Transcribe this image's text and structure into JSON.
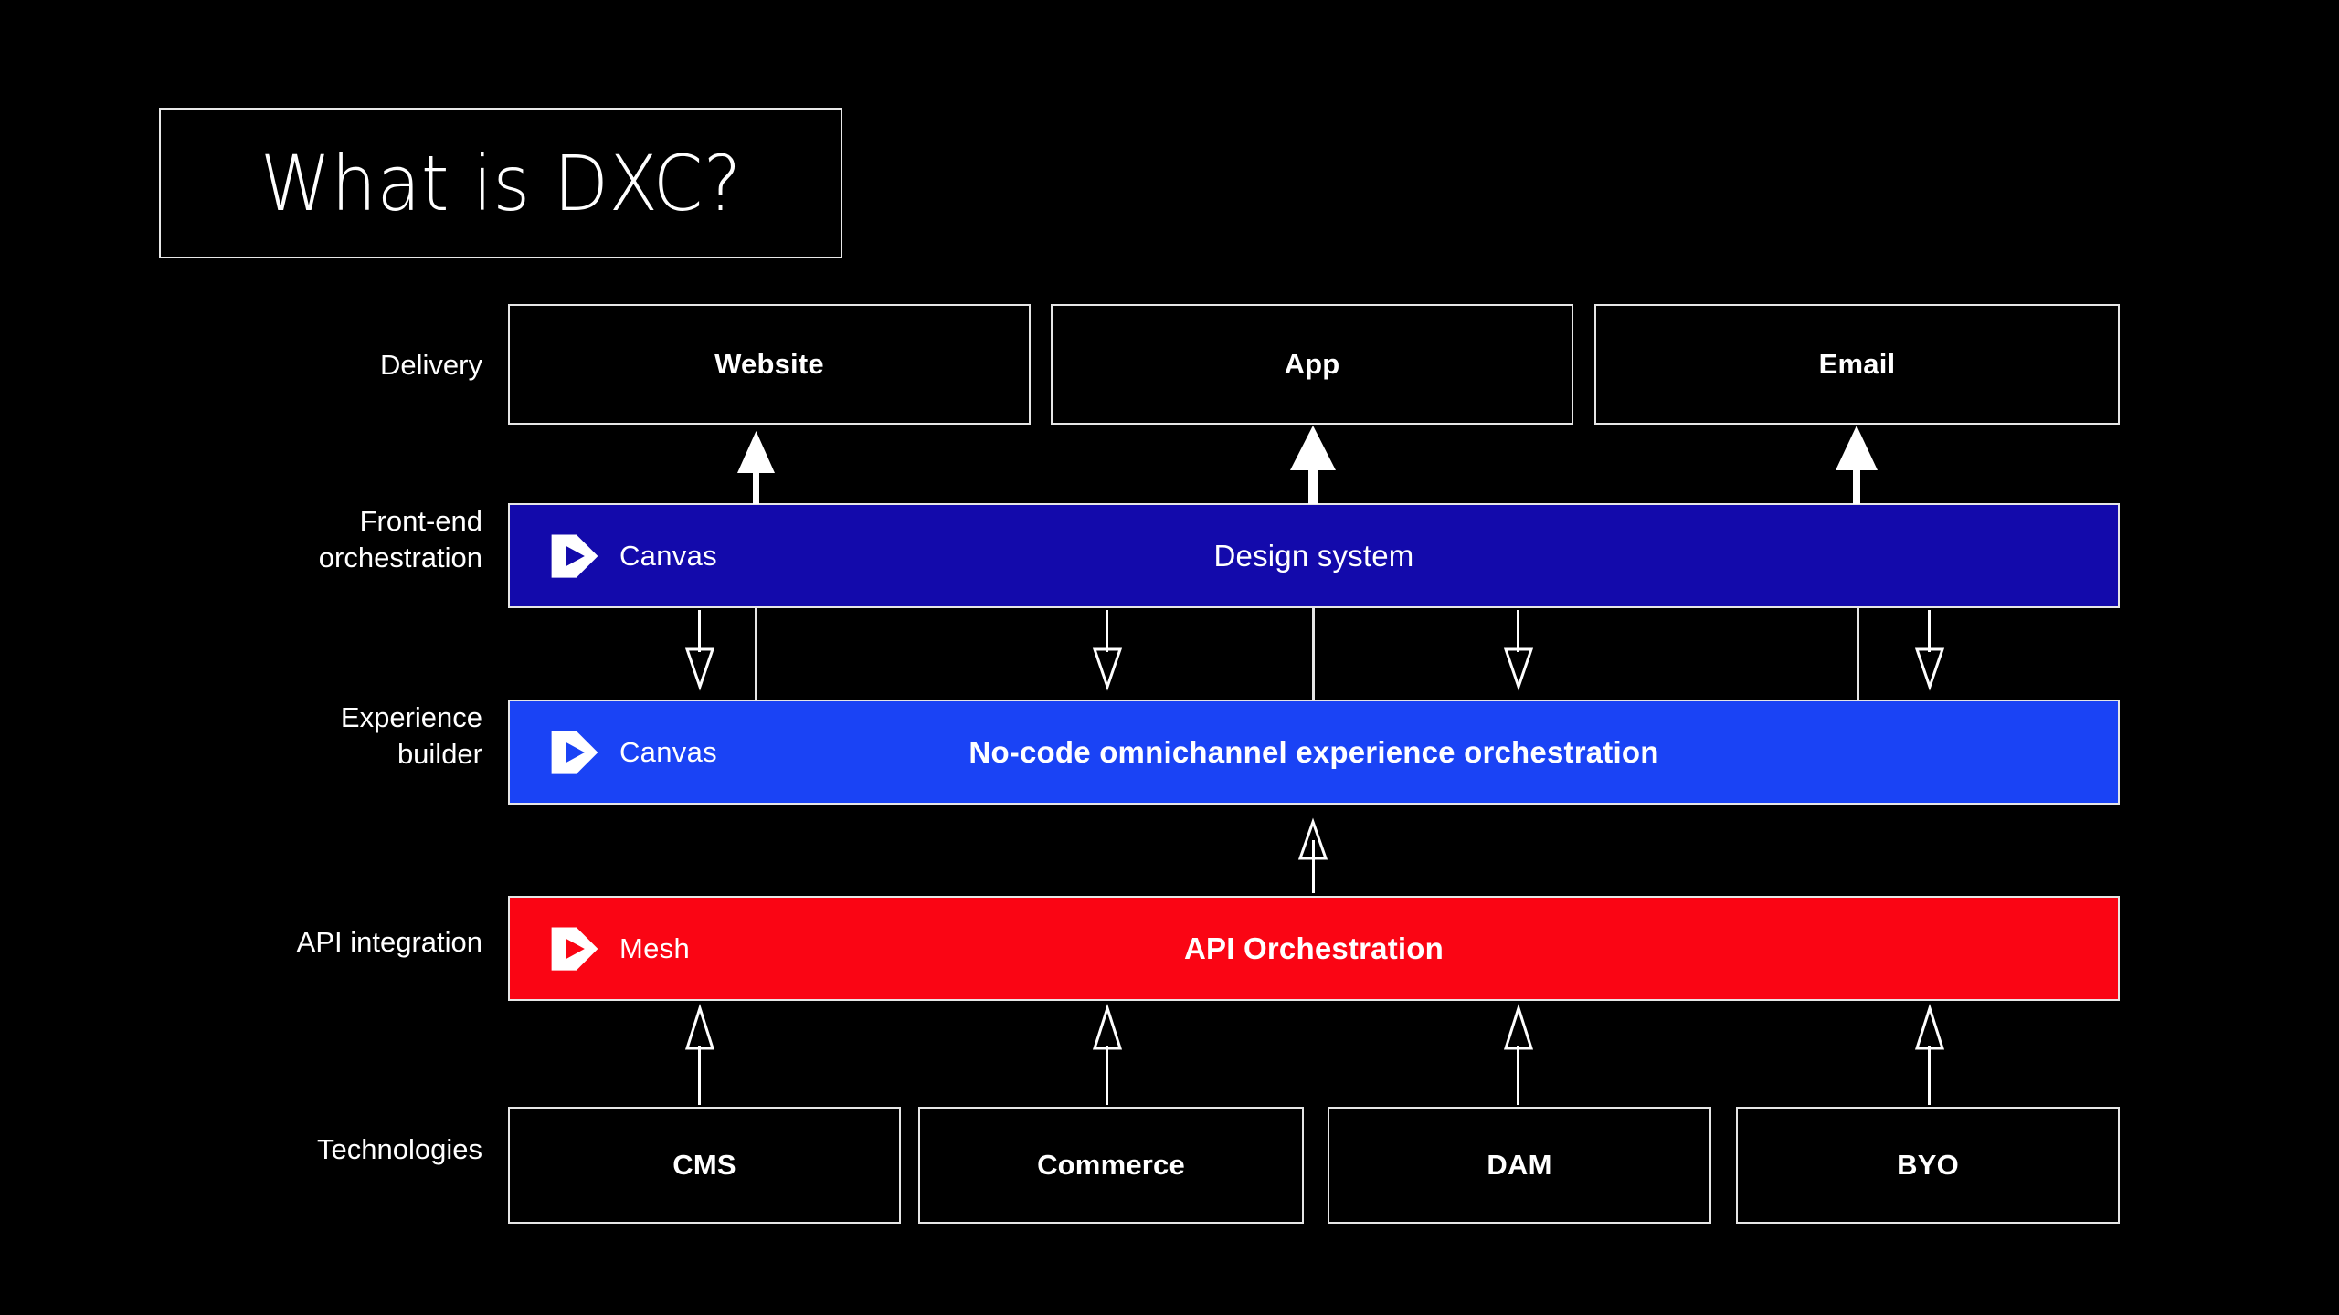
{
  "title": {
    "text": "What is DXC?"
  },
  "colors": {
    "background": "#000000",
    "stroke": "#e6e6e6",
    "navy": "#130AAB",
    "blue": "#1A43F5",
    "red": "#FA0514",
    "text": "#ffffff"
  },
  "rows": [
    {
      "key": "delivery",
      "label": "Delivery"
    },
    {
      "key": "frontend",
      "label": "Front-end\norchestration"
    },
    {
      "key": "experience",
      "label": "Experience\nbuilder"
    },
    {
      "key": "api",
      "label": "API integration"
    },
    {
      "key": "tech",
      "label": "Technologies"
    }
  ],
  "delivery": {
    "channels": [
      {
        "label": "Website"
      },
      {
        "label": "App"
      },
      {
        "label": "Email"
      }
    ]
  },
  "frontend": {
    "product": "Canvas",
    "product_icon": "canvas-play-hexagon-icon",
    "title": "Design system",
    "color": "#130AAB"
  },
  "experience": {
    "product": "Canvas",
    "product_icon": "canvas-play-hexagon-icon",
    "title": "No-code omnichannel experience orchestration",
    "color": "#1A43F5"
  },
  "api": {
    "product": "Mesh",
    "product_icon": "mesh-play-hexagon-icon",
    "title": "API Orchestration",
    "color": "#FA0514"
  },
  "technologies": {
    "items": [
      {
        "label": "CMS"
      },
      {
        "label": "Commerce"
      },
      {
        "label": "DAM"
      },
      {
        "label": "BYO"
      }
    ]
  },
  "connectors": {
    "delivery_arrows": {
      "direction": "up",
      "style": "filled",
      "count": 3
    },
    "frontend_to_experience_arrows": {
      "direction": "down",
      "style": "outline",
      "count": 4
    },
    "experience_from_api_arrow": {
      "direction": "up",
      "style": "outline",
      "count": 1
    },
    "technologies_arrows": {
      "direction": "up",
      "style": "outline",
      "count": 4
    }
  }
}
